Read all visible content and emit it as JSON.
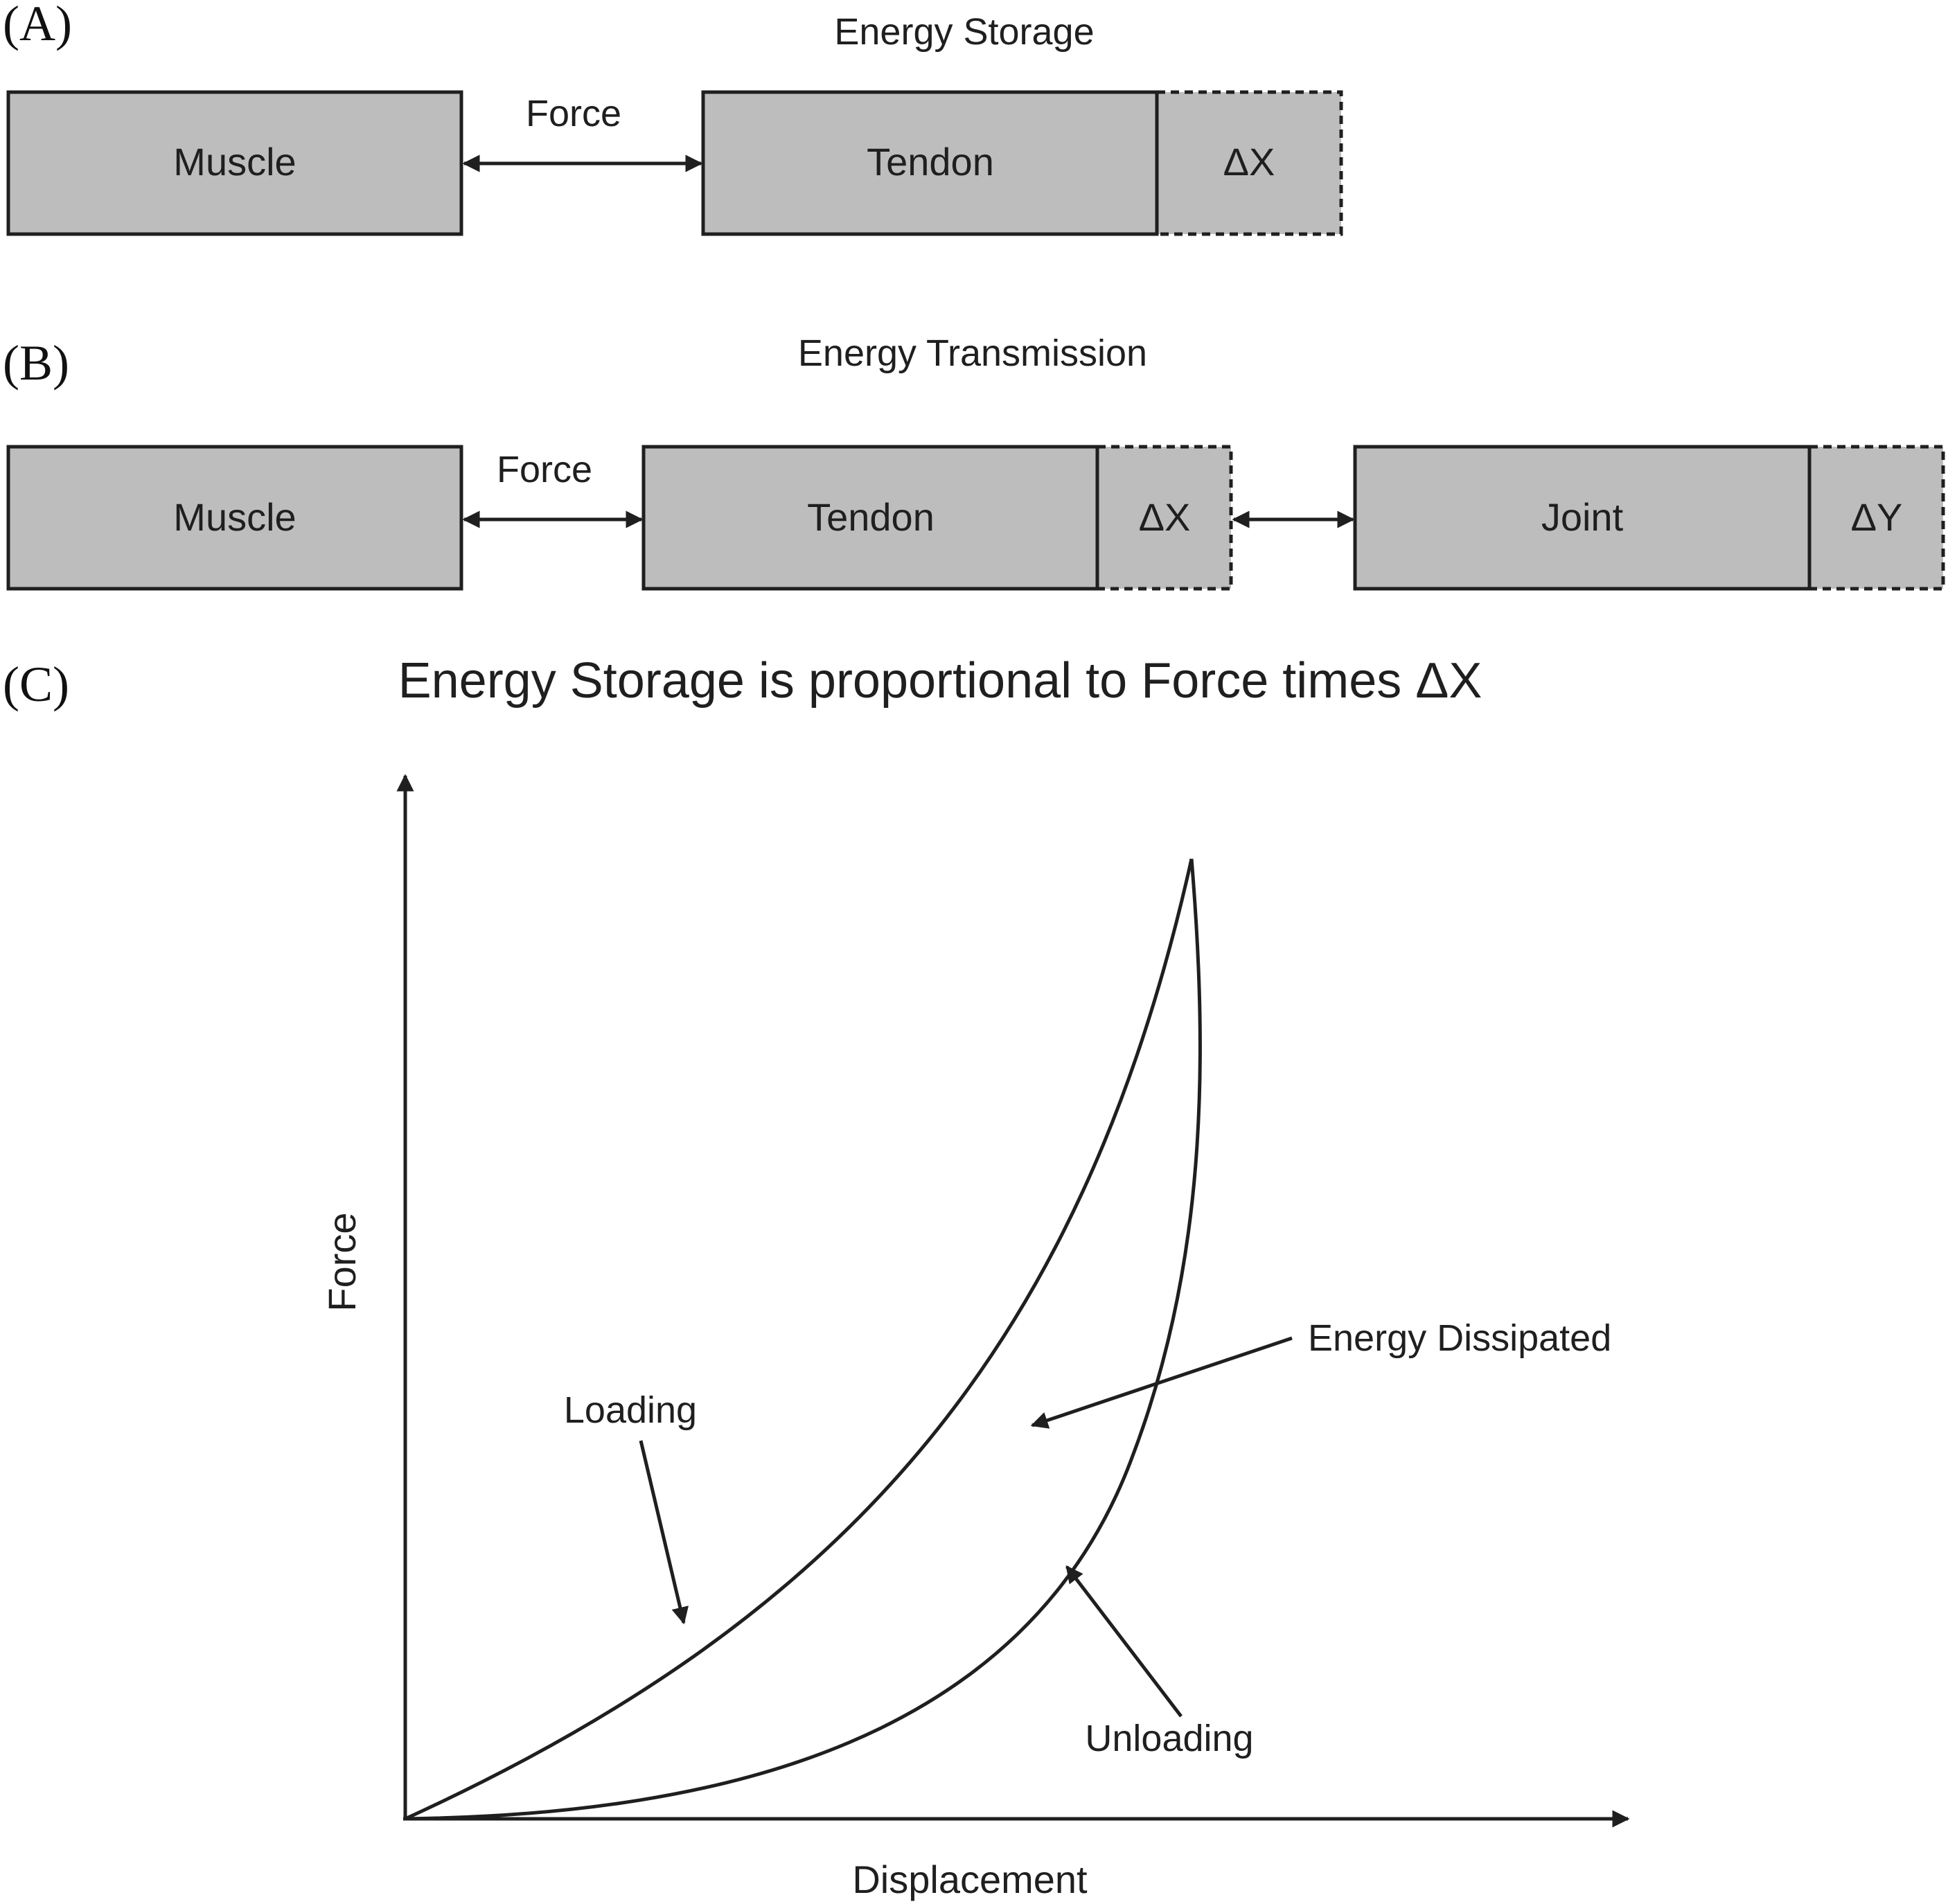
{
  "panel_a": {
    "letter": "(A)",
    "title": "Energy Storage",
    "muscle": "Muscle",
    "force": "Force",
    "tendon": "Tendon",
    "delta_x": "ΔX"
  },
  "panel_b": {
    "letter": "(B)",
    "title": "Energy Transmission",
    "muscle": "Muscle",
    "force": "Force",
    "tendon": "Tendon",
    "delta_x": "ΔX",
    "joint": "Joint",
    "delta_y": "ΔY"
  },
  "panel_c": {
    "letter": "(C)",
    "title": "Energy Storage is proportional to Force times ΔX",
    "y_label": "Force",
    "x_label": "Displacement",
    "loading": "Loading",
    "unloading": "Unloading",
    "energy_dissipated": "Energy Dissipated"
  },
  "colors": {
    "box_fill": "#bdbdbd",
    "stroke": "#1f1f1f"
  }
}
